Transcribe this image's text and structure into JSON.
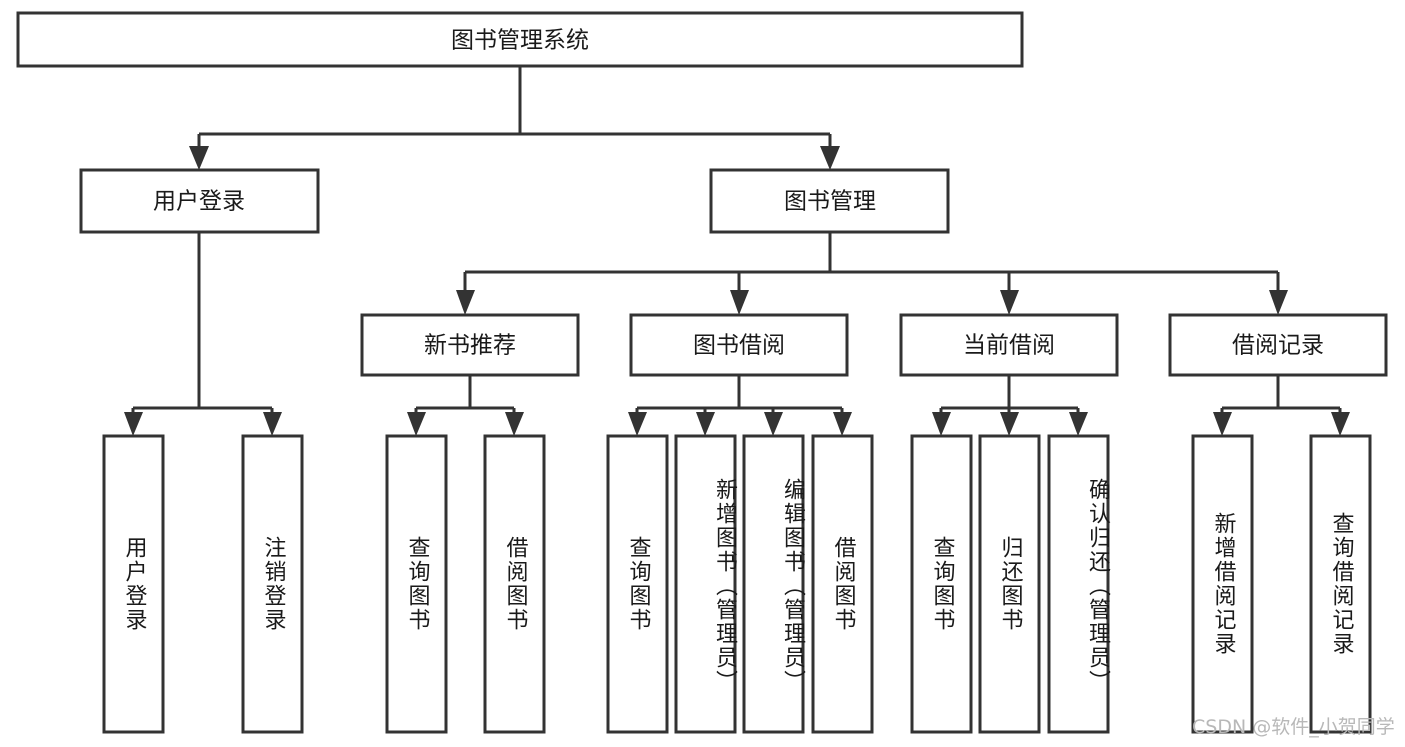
{
  "diagram": {
    "title": "图书管理系统",
    "type": "tree-hierarchy",
    "watermark": "CSDN @软件_小贺同学",
    "colors": {
      "stroke": "#333333",
      "fill": "#ffffff",
      "text": "#1a1a1a",
      "watermark": "#b8b8b8"
    },
    "root": {
      "id": "root",
      "label": "图书管理系统",
      "orientation": "horizontal"
    },
    "level2": [
      {
        "id": "user-login",
        "label": "用户登录",
        "orientation": "horizontal"
      },
      {
        "id": "book-manage",
        "label": "图书管理",
        "orientation": "horizontal"
      }
    ],
    "level3": [
      {
        "id": "new-book-recommend",
        "label": "新书推荐",
        "orientation": "horizontal",
        "parent": "book-manage"
      },
      {
        "id": "book-borrow",
        "label": "图书借阅",
        "orientation": "horizontal",
        "parent": "book-manage"
      },
      {
        "id": "current-borrow",
        "label": "当前借阅",
        "orientation": "horizontal",
        "parent": "book-manage"
      },
      {
        "id": "borrow-record",
        "label": "借阅记录",
        "orientation": "horizontal",
        "parent": "book-manage"
      }
    ],
    "leaves": [
      {
        "id": "leaf-user-login",
        "label": "用户登录",
        "parent": "user-login",
        "orientation": "vertical"
      },
      {
        "id": "leaf-logout",
        "label": "注销登录",
        "parent": "user-login",
        "orientation": "vertical"
      },
      {
        "id": "leaf-query-book-1",
        "label": "查询图书",
        "parent": "new-book-recommend",
        "orientation": "vertical"
      },
      {
        "id": "leaf-borrow-book-1",
        "label": "借阅图书",
        "parent": "new-book-recommend",
        "orientation": "vertical"
      },
      {
        "id": "leaf-query-book-2",
        "label": "查询图书",
        "parent": "book-borrow",
        "orientation": "vertical"
      },
      {
        "id": "leaf-add-book",
        "label": "新增图书（管理员）",
        "parent": "book-borrow",
        "orientation": "vertical"
      },
      {
        "id": "leaf-edit-book",
        "label": "编辑图书（管理员）",
        "parent": "book-borrow",
        "orientation": "vertical"
      },
      {
        "id": "leaf-borrow-book-2",
        "label": "借阅图书",
        "parent": "book-borrow",
        "orientation": "vertical"
      },
      {
        "id": "leaf-query-book-3",
        "label": "查询图书",
        "parent": "current-borrow",
        "orientation": "vertical"
      },
      {
        "id": "leaf-return-book",
        "label": "归还图书",
        "parent": "current-borrow",
        "orientation": "vertical"
      },
      {
        "id": "leaf-confirm-return",
        "label": "确认归还（管理员）",
        "parent": "current-borrow",
        "orientation": "vertical"
      },
      {
        "id": "leaf-add-record",
        "label": "新增借阅记录",
        "parent": "borrow-record",
        "orientation": "vertical"
      },
      {
        "id": "leaf-query-record",
        "label": "查询借阅记录",
        "parent": "borrow-record",
        "orientation": "vertical"
      }
    ]
  }
}
